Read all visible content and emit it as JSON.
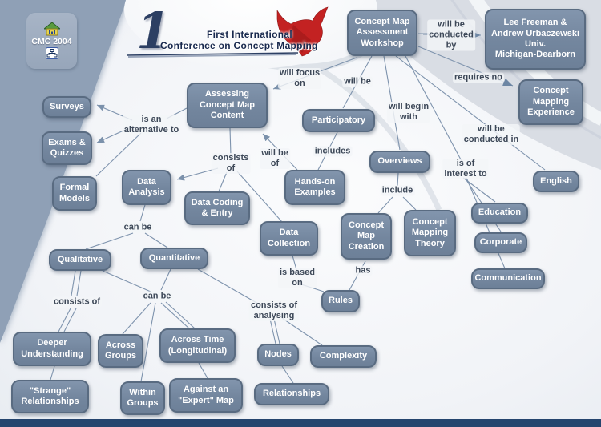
{
  "branding": {
    "badge": {
      "title": "CMC 2004",
      "icons": [
        "house-chart-icon",
        "sitemap-icon"
      ]
    },
    "banner": {
      "numeral": "1",
      "line1": "First International",
      "line2": "Conference on Concept Mapping",
      "logo": "red-bull-logo"
    }
  },
  "colors": {
    "node_fill": "#73869E",
    "node_border": "#596B81",
    "node_text": "#FFFFFF",
    "edge_line": "#7E93AD",
    "label_text": "#3D4858",
    "left_band": "#8FA0B6",
    "topright_gray": "#D9DDE4",
    "bottom_bar": "#25456E",
    "banner_navy": "#2C3F63",
    "bull_red": "#C32222"
  },
  "nodes": [
    {
      "id": "concept-map-assessment-workshop",
      "label": "Concept Map\nAssessment\nWorkshop"
    },
    {
      "id": "lee-freeman-univ",
      "label": "Lee Freeman &\nAndrew Urbaczewski\nUniv.\nMichigan-Dearborn"
    },
    {
      "id": "concept-mapping-experience",
      "label": "Concept\nMapping\nExperience"
    },
    {
      "id": "assessing-concept-map-content",
      "label": "Assessing\nConcept Map\nContent"
    },
    {
      "id": "surveys",
      "label": "Surveys"
    },
    {
      "id": "exams-quizzes",
      "label": "Exams &\nQuizzes"
    },
    {
      "id": "formal-models",
      "label": "Formal\nModels"
    },
    {
      "id": "data-analysis",
      "label": "Data\nAnalysis"
    },
    {
      "id": "data-coding-entry",
      "label": "Data Coding\n& Entry"
    },
    {
      "id": "participatory",
      "label": "Participatory"
    },
    {
      "id": "hands-on-examples",
      "label": "Hands-on\nExamples"
    },
    {
      "id": "overviews",
      "label": "Overviews"
    },
    {
      "id": "english",
      "label": "English"
    },
    {
      "id": "data-collection",
      "label": "Data\nCollection"
    },
    {
      "id": "concept-map-creation",
      "label": "Concept\nMap\nCreation"
    },
    {
      "id": "concept-mapping-theory",
      "label": "Concept\nMapping\nTheory"
    },
    {
      "id": "education",
      "label": "Education"
    },
    {
      "id": "corporate",
      "label": "Corporate"
    },
    {
      "id": "communication",
      "label": "Communication"
    },
    {
      "id": "qualitative",
      "label": "Qualitative"
    },
    {
      "id": "quantitative",
      "label": "Quantitative"
    },
    {
      "id": "rules",
      "label": "Rules"
    },
    {
      "id": "deeper-understanding",
      "label": "Deeper\nUnderstanding"
    },
    {
      "id": "across-groups",
      "label": "Across\nGroups"
    },
    {
      "id": "across-time-longitudinal",
      "label": "Across Time\n(Longitudinal)"
    },
    {
      "id": "nodes",
      "label": "Nodes"
    },
    {
      "id": "complexity",
      "label": "Complexity"
    },
    {
      "id": "strange-relationships",
      "label": "\"Strange\"\nRelationships"
    },
    {
      "id": "within-groups",
      "label": "Within\nGroups"
    },
    {
      "id": "against-expert-map",
      "label": "Against an\n\"Expert\" Map"
    },
    {
      "id": "relationships",
      "label": "Relationships"
    }
  ],
  "links": [
    {
      "id": "will-be-conducted-by",
      "text": "will be\nconducted\nby"
    },
    {
      "id": "requires-no",
      "text": "requires no"
    },
    {
      "id": "will-focus-on",
      "text": "will focus\non"
    },
    {
      "id": "will-be",
      "text": "will be"
    },
    {
      "id": "will-begin-with",
      "text": "will begin\nwith"
    },
    {
      "id": "will-be-conducted-in",
      "text": "will be\nconducted in"
    },
    {
      "id": "is-an-alternative-to",
      "text": "is an\nalternative to"
    },
    {
      "id": "consists-of",
      "text": "consists\nof"
    },
    {
      "id": "will-be-of",
      "text": "will be\nof"
    },
    {
      "id": "includes",
      "text": "includes"
    },
    {
      "id": "include",
      "text": "include"
    },
    {
      "id": "is-of-interest-to",
      "text": "is of\ninterest to"
    },
    {
      "id": "can-be",
      "text": "can be"
    },
    {
      "id": "consists-of-2",
      "text": "consists of"
    },
    {
      "id": "can-be-2",
      "text": "can be"
    },
    {
      "id": "is-based-on",
      "text": "is based\non"
    },
    {
      "id": "has",
      "text": "has"
    },
    {
      "id": "consists-of-analysing",
      "text": "consists of\nanalysing"
    }
  ]
}
